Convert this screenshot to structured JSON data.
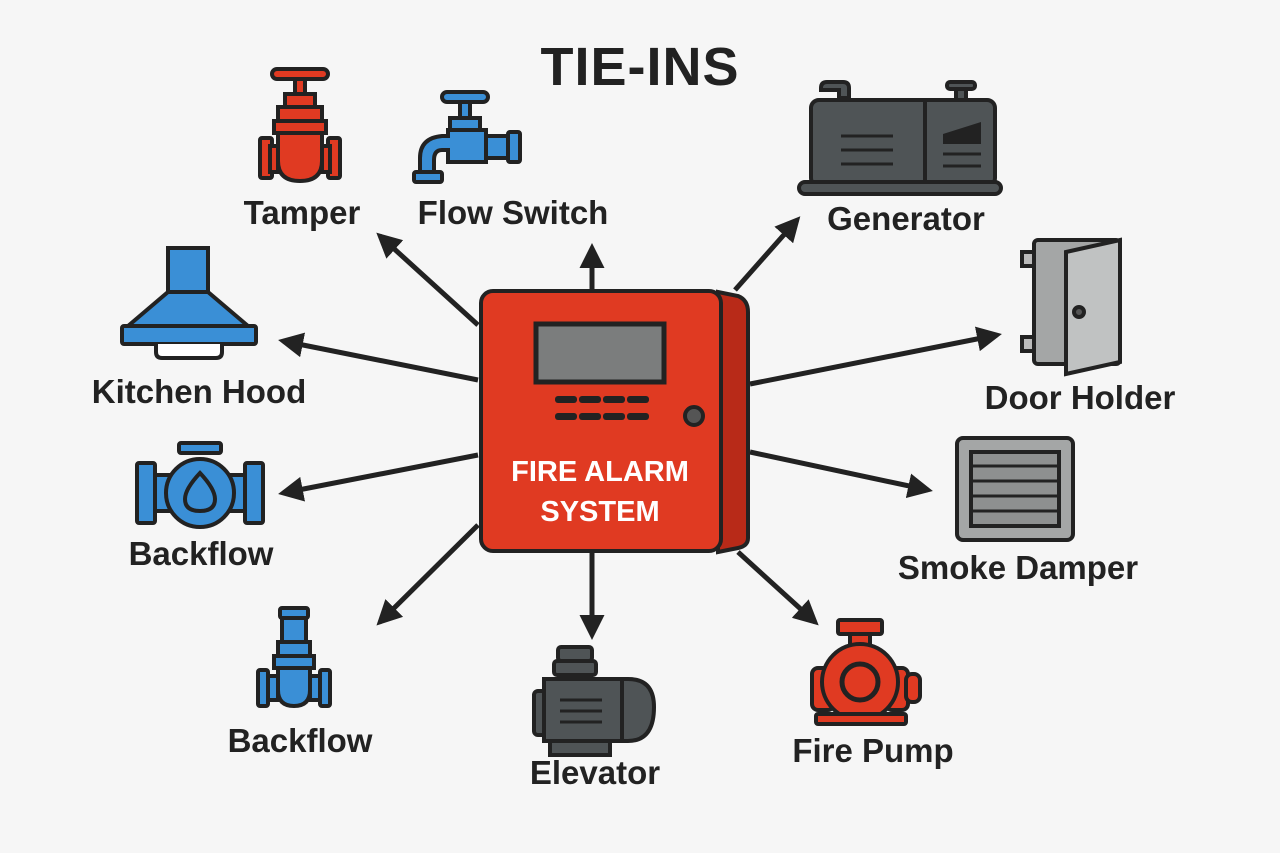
{
  "title": "TIE-INS",
  "center": {
    "line1": "FIRE ALARM",
    "line2": "SYSTEM",
    "color": "#e03a22"
  },
  "colors": {
    "red": "#e03a22",
    "blue": "#3a8fd6",
    "dark_gray": "#4f5456",
    "light_gray": "#a4a6a6",
    "outline": "#222222"
  },
  "nodes": [
    {
      "id": "tamper",
      "label": "Tamper",
      "icon": "gate-valve-icon",
      "color": "red"
    },
    {
      "id": "flow-switch",
      "label": "Flow Switch",
      "icon": "faucet-icon",
      "color": "blue"
    },
    {
      "id": "generator",
      "label": "Generator",
      "icon": "generator-icon",
      "color": "dark_gray"
    },
    {
      "id": "kitchen-hood",
      "label": "Kitchen Hood",
      "icon": "range-hood-icon",
      "color": "blue"
    },
    {
      "id": "door-holder",
      "label": "Door Holder",
      "icon": "door-icon",
      "color": "light_gray"
    },
    {
      "id": "backflow-1",
      "label": "Backflow",
      "icon": "backflow-valve-icon",
      "color": "blue"
    },
    {
      "id": "smoke-damper",
      "label": "Smoke Damper",
      "icon": "damper-icon",
      "color": "light_gray"
    },
    {
      "id": "backflow-2",
      "label": "Backflow",
      "icon": "gate-valve-icon",
      "color": "blue"
    },
    {
      "id": "elevator",
      "label": "Elevator",
      "icon": "motor-icon",
      "color": "dark_gray"
    },
    {
      "id": "fire-pump",
      "label": "Fire Pump",
      "icon": "pump-icon",
      "color": "red"
    }
  ]
}
